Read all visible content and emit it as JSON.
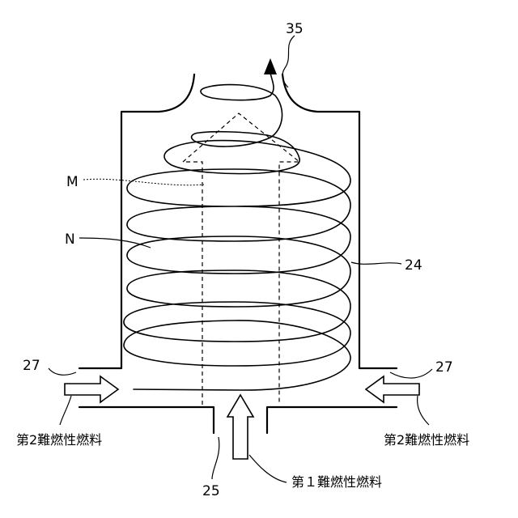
{
  "labels": {
    "ref_35": "35",
    "ref_M": "M",
    "ref_N": "N",
    "ref_24": "24",
    "ref_27_left": "27",
    "ref_27_right": "27",
    "ref_25": "25"
  },
  "fuel": {
    "second_left": "第2難燃性燃料",
    "second_right": "第2難燃性燃料",
    "first_bottom": "第１難燃性燃料"
  },
  "colors": {
    "ink": "#000000",
    "background": "#ffffff"
  }
}
